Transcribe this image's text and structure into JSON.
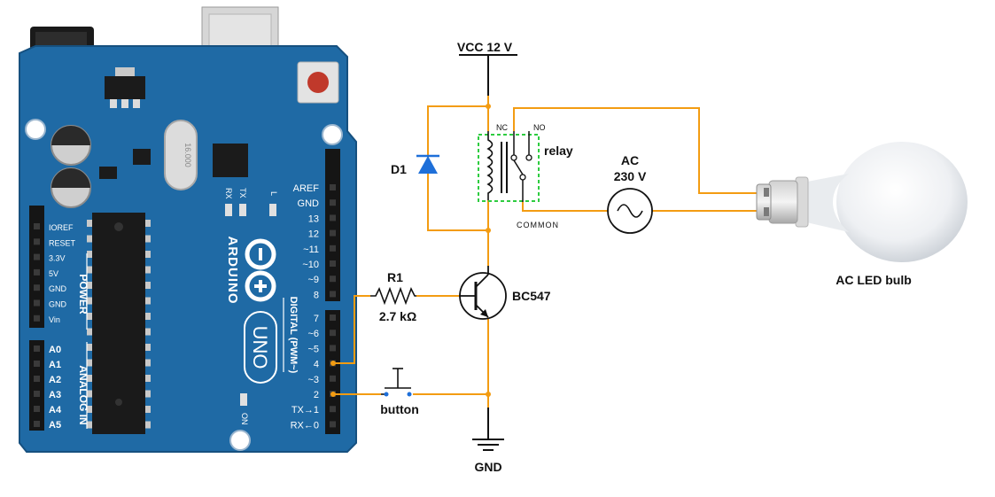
{
  "colors": {
    "board": "#1f6aa5",
    "board_dark": "#16507f",
    "wire": "#f39c12",
    "wire_dark": "#e8890c",
    "relay_box": "#2ecc40",
    "diode": "#1e6fd9"
  },
  "board": {
    "brand": "ARDUINO",
    "model": "UNO",
    "crystal": "16.000",
    "digital_title": "DIGITAL (PWM~)",
    "power_title": "POWER",
    "analog_title": "ANALOG IN",
    "led_rx": "RX",
    "led_tx": "TX",
    "led_l": "L",
    "led_on": "ON",
    "left_pins": [
      "IOREF",
      "RESET",
      "3.3V",
      "5V",
      "GND",
      "GND",
      "Vin"
    ],
    "analog_pins": [
      "A0",
      "A1",
      "A2",
      "A3",
      "A4",
      "A5"
    ],
    "digital_top": [
      "AREF",
      "GND",
      "13",
      "12",
      "~11",
      "~10",
      "~9",
      "8"
    ],
    "digital_bottom": [
      "7",
      "~6",
      "~5",
      "4",
      "~3",
      "2",
      "TX→1",
      "RX←0"
    ]
  },
  "circuit": {
    "vcc": "VCC 12 V",
    "diode": "D1",
    "relay": "relay",
    "relay_nc": "NC",
    "relay_no": "NO",
    "relay_common": "COMMON",
    "ac_line1": "AC",
    "ac_line2": "230 V",
    "resistor_name": "R1",
    "resistor_value": "2.7 kΩ",
    "transistor": "BC547",
    "button": "button",
    "gnd": "GND",
    "bulb": "AC LED bulb"
  }
}
